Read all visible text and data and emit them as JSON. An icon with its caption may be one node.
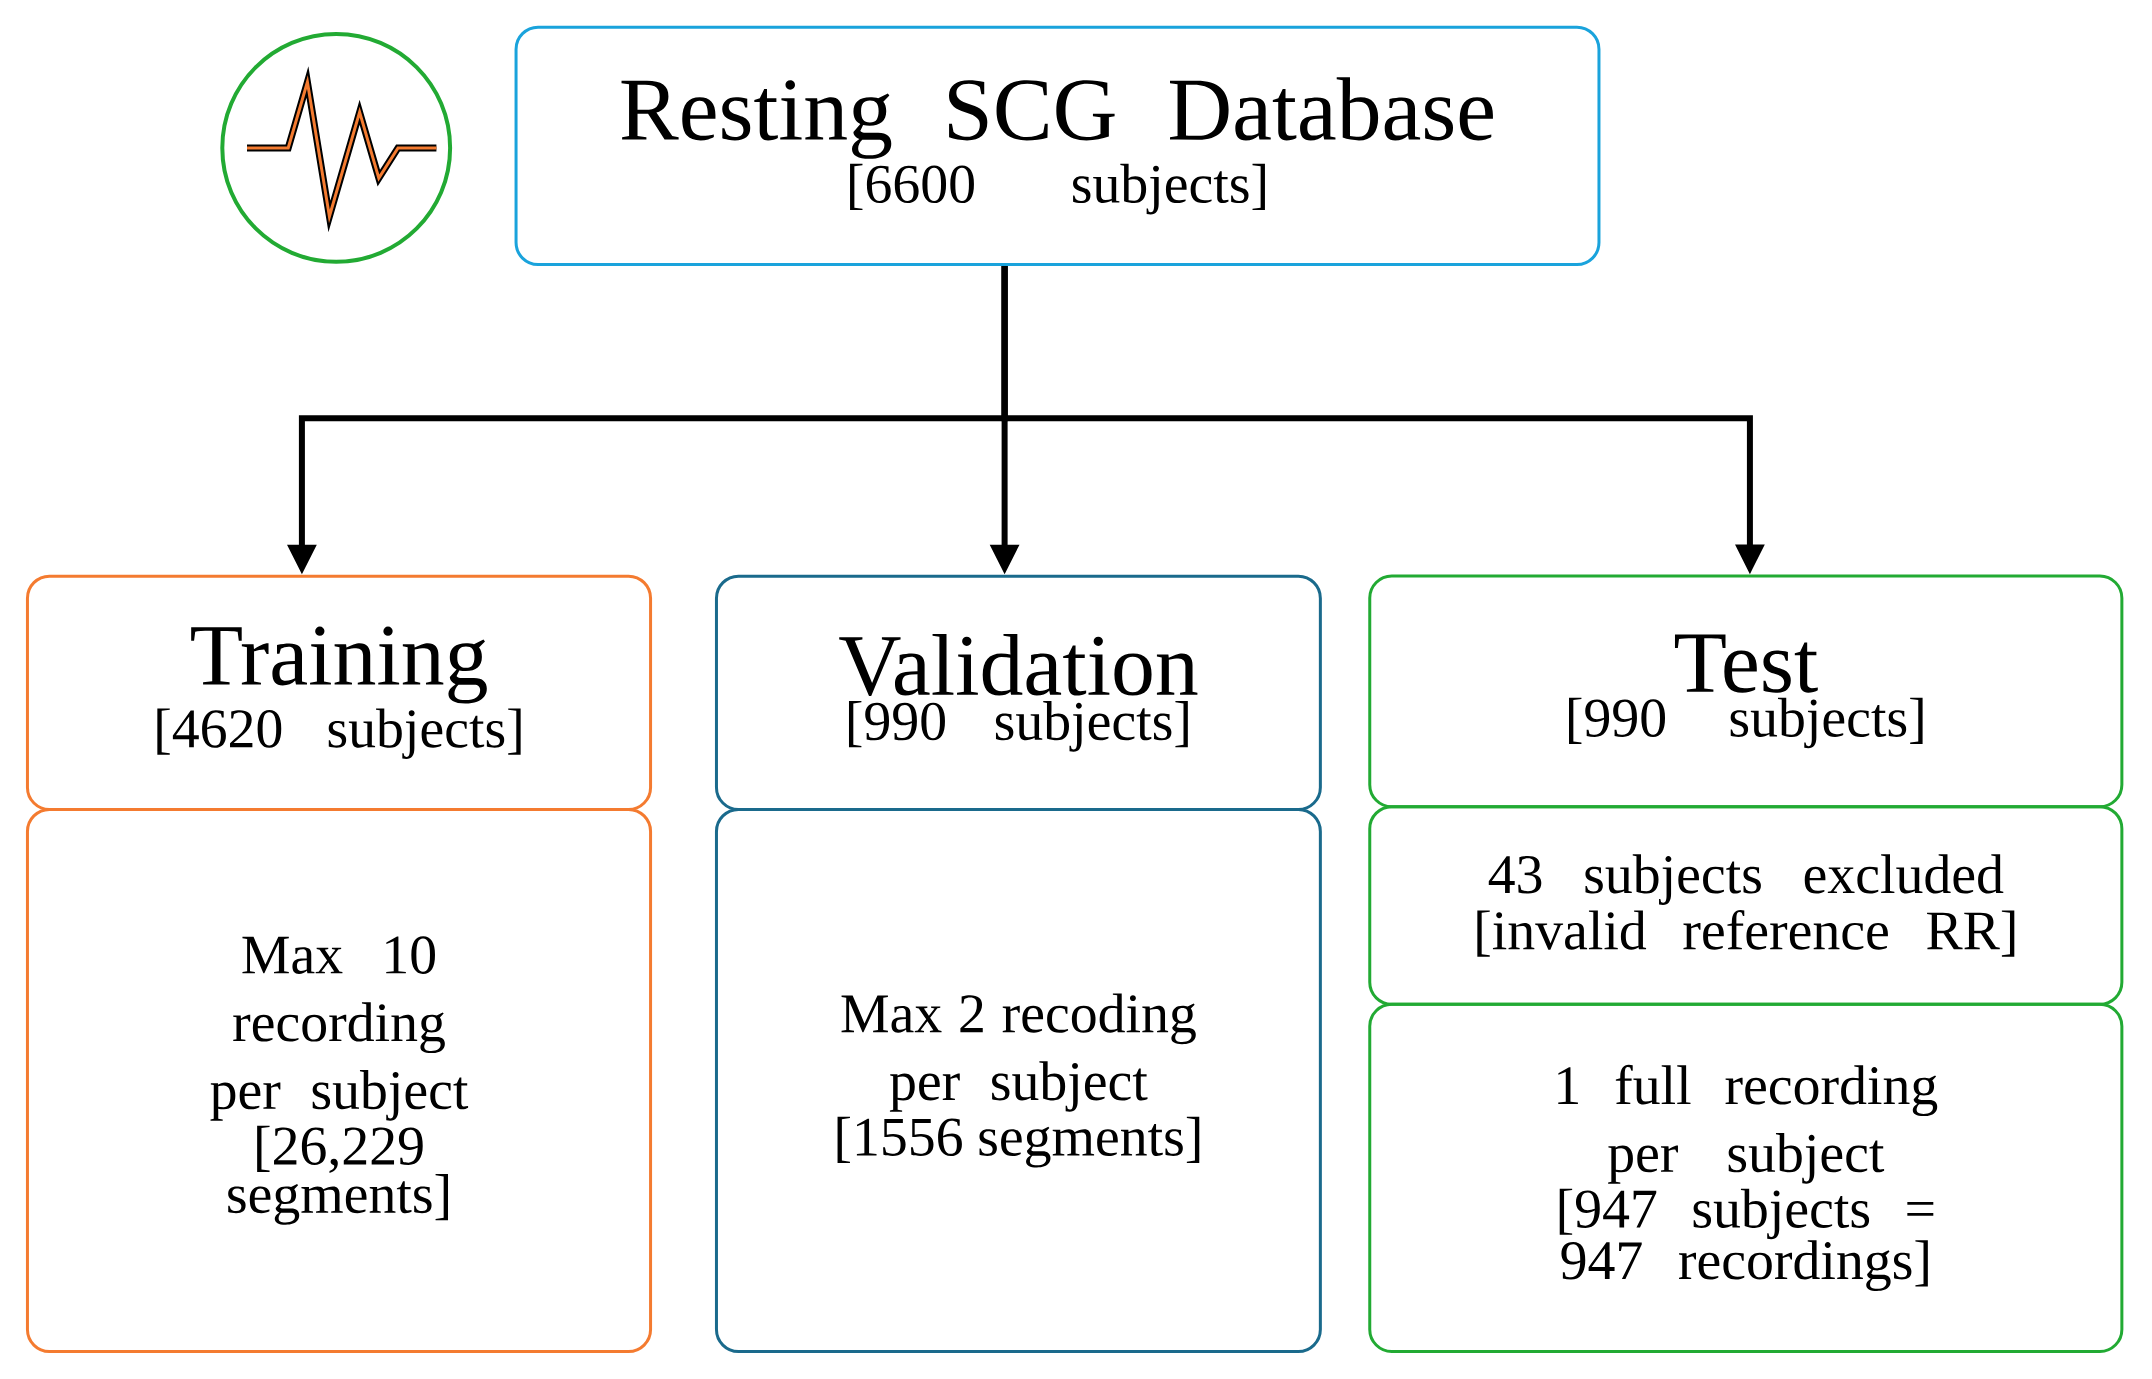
{
  "diagram": {
    "nodes": [
      {
        "text": [
          "Resting SCG Database",
          "[6600 subjects]"
        ]
      },
      {
        "text": [
          "Training",
          "[4620 subjects]"
        ]
      },
      {
        "text": [
          "Max 10 recording per subject",
          "[26,229 segments]"
        ]
      },
      {
        "text": [
          "Validation",
          "[990 subjects]"
        ]
      },
      {
        "text": [
          "Max 2 recoding per subject",
          "[1556 segments]"
        ]
      },
      {
        "text": [
          "Test",
          "[990 subjects]"
        ]
      },
      {
        "text": [
          "43 subjects excluded",
          "[invalid reference RR]"
        ]
      },
      {
        "text": [
          "1 full recording per subject",
          "[947 subjects = 947 recordings]"
        ]
      }
    ],
    "edges": [
      {
        "from": 0,
        "to": 1,
        "arrow": "to"
      },
      {
        "from": 0,
        "to": 3,
        "arrow": "to"
      },
      {
        "from": 0,
        "to": 5,
        "arrow": "to"
      }
    ]
  }
}
